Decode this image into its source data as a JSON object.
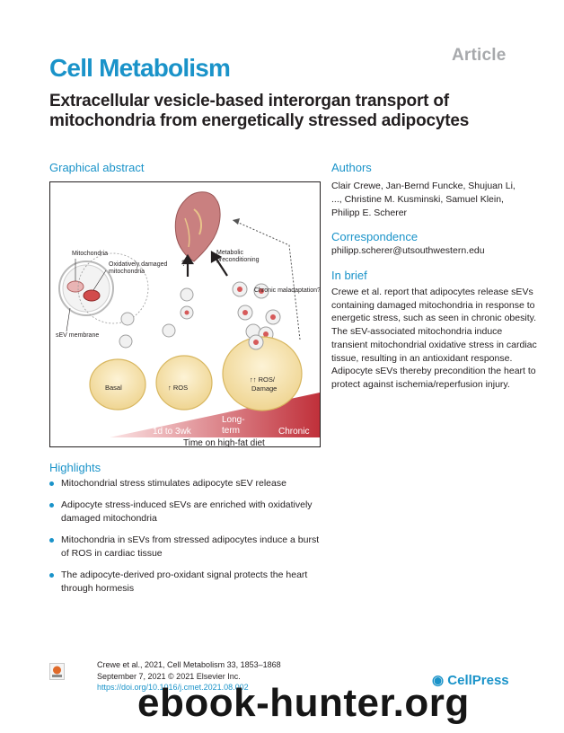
{
  "header": {
    "article_tag": "Article",
    "journal": "Cell Metabolism",
    "title": "Extracellular vesicle-based interorgan transport of mitochondria from energetically stressed adipocytes"
  },
  "graphical_abstract": {
    "heading": "Graphical abstract",
    "labels": {
      "mitochondria": "Mitochondria",
      "oxidatively_damaged": "Oxidatively damaged",
      "mitochondria2": "mitochondria",
      "sev_membrane": "sEV membrane",
      "question": "?",
      "metabolic": "Metabolic",
      "preconditioning": "preconditioning",
      "chronic_maladaptation": "Chronic maladaptation?",
      "basal": "Basal",
      "ros": "↑ ROS",
      "ros_damage_1": "↑↑ ROS/",
      "ros_damage_2": "Damage",
      "t1": "1d to 3wk",
      "t2a": "Long-",
      "t2b": "term",
      "t3": "Chronic",
      "axis": "Time on high-fat diet"
    },
    "colors": {
      "heart": "#c98080",
      "adipocyte": "#f6e6b4",
      "gradient_end": "#c0303a",
      "text_dark": "#231f20"
    }
  },
  "authors": {
    "heading": "Authors",
    "text": "Clair Crewe, Jan-Bernd Funcke, Shujuan Li, ..., Christine M. Kusminski, Samuel Klein, Philipp E. Scherer"
  },
  "correspondence": {
    "heading": "Correspondence",
    "email": "philipp.scherer@utsouthwestern.edu"
  },
  "in_brief": {
    "heading": "In brief",
    "text": "Crewe et al. report that adipocytes release sEVs containing damaged mitochondria in response to energetic stress, such as seen in chronic obesity. The sEV-associated mitochondria induce transient mitochondrial oxidative stress in cardiac tissue, resulting in an antioxidant response. Adipocyte sEVs thereby precondition the heart to protect against ischemia/reperfusion injury."
  },
  "highlights": {
    "heading": "Highlights",
    "items": [
      "Mitochondrial stress stimulates adipocyte sEV release",
      "Adipocyte stress-induced sEVs are enriched with oxidatively damaged mitochondria",
      "Mitochondria in sEVs from stressed adipocytes induce a burst of ROS in cardiac tissue",
      "The adipocyte-derived pro-oxidant signal protects the heart through hormesis"
    ]
  },
  "citation": {
    "line1": "Crewe et al., 2021, Cell Metabolism 33, 1853–1868",
    "line2": "September 7, 2021 © 2021 Elsevier Inc.",
    "doi": "https://doi.org/10.1016/j.cmet.2021.08.002"
  },
  "footer": {
    "publisher": "CellPress",
    "watermark": "ebook-hunter.org"
  }
}
